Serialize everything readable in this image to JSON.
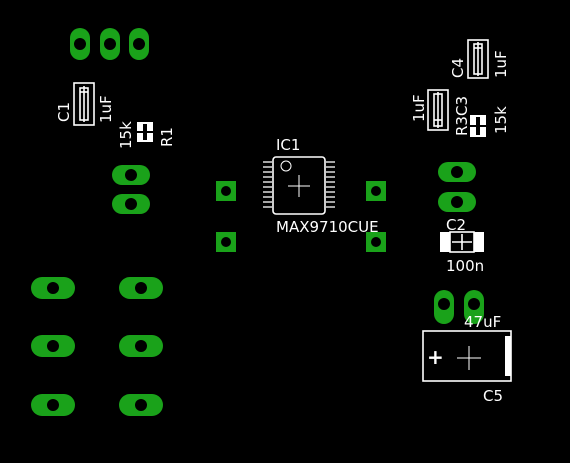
{
  "colors": {
    "background": "#000000",
    "pad": "#1aa21a",
    "silkscreen": "#ffffff"
  },
  "labels": {
    "c1_name": "C1",
    "c1_value": "1uF",
    "r1_name": "R1",
    "r1_value": "15k",
    "ic1_name": "IC1",
    "ic1_value": "MAX9710CUE",
    "c4_name": "C4",
    "c4_value": "1uF",
    "c3_name": "C3",
    "c3_value": "1uF",
    "r3_name": "R3",
    "r3_value": "15k",
    "c2_name": "C2",
    "c2_value": "100n",
    "c5_name": "C5",
    "c5_value": "47uF",
    "c5_polarity": "+"
  }
}
